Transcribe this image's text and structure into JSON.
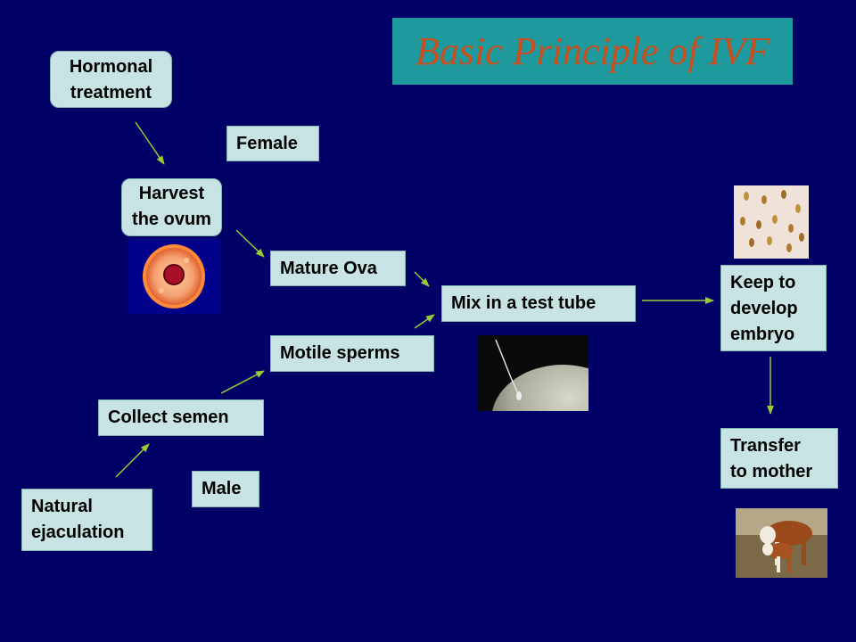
{
  "title": "Basic Principle of IVF",
  "nodes": {
    "hormonal": [
      "Hormonal",
      "treatment"
    ],
    "female": "Female",
    "harvest": [
      "Harvest",
      "the ovum"
    ],
    "mature_ova": "Mature Ova",
    "mix": "Mix in a test tube",
    "keep": [
      "Keep to",
      "develop",
      "embryo"
    ],
    "motile": "Motile sperms",
    "collect": "Collect semen",
    "male": "Male",
    "natural": [
      "Natural",
      "ejaculation"
    ],
    "transfer": [
      "Transfer",
      "to mother"
    ]
  },
  "colors": {
    "background": "#000066",
    "box_fill": "#c7e3e3",
    "title_fill": "#1e9a9e",
    "title_text": "#c8501e",
    "arrow": "#99cc33"
  }
}
